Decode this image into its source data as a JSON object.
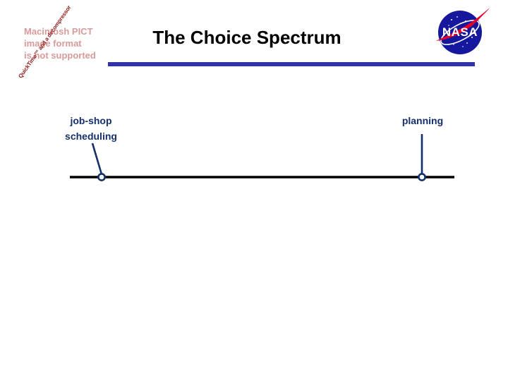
{
  "slide": {
    "title": "The Choice Spectrum",
    "background_color": "#ffffff",
    "rule_color": "#3333a8"
  },
  "broken_image": {
    "message": "Macintosh PICT\nimage format\nis not supported",
    "message_color": "#d99a9a",
    "diagonal_note": "QuickTime™ and a decompressor",
    "diagonal_color": "#8c1a1a"
  },
  "logo": {
    "wordmark": "NASA",
    "circle_color": "#15179c",
    "swoosh_color": "#e4002b",
    "text_color": "#ffffff"
  },
  "spectrum": {
    "axis_color": "#000000",
    "marker_color": "#14306b",
    "left_label": "job-shop\nscheduling",
    "right_label": "planning"
  },
  "chart_data": {
    "type": "scatter",
    "title": "The Choice Spectrum",
    "xlabel": "",
    "ylabel": "",
    "x": [
      144,
      598
    ],
    "labels": [
      "job-shop scheduling",
      "planning"
    ],
    "axis_range": [
      99,
      644
    ],
    "grid": false,
    "legend": "none",
    "annotations": [
      "job-shop scheduling",
      "planning"
    ]
  }
}
